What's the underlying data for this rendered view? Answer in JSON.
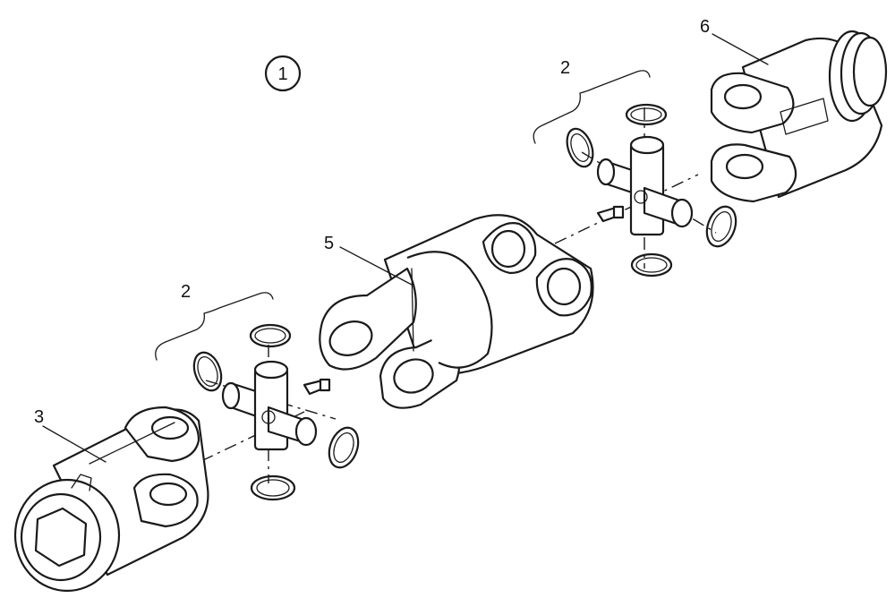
{
  "figure_number": "1",
  "callouts": {
    "cross_kit_left": "2",
    "cross_kit_right": "2",
    "yoke_left": "3",
    "center_yoke": "5",
    "yoke_right": "6"
  }
}
